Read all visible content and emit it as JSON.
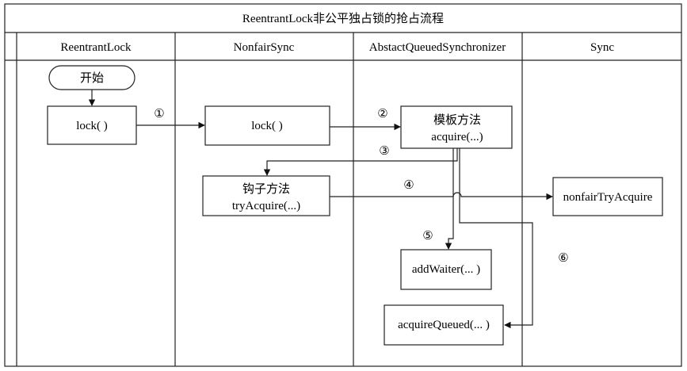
{
  "title": "ReentrantLock非公平独占锁的抢占流程",
  "lanes": {
    "reentrant_lock": "ReentrantLock",
    "nonfair_sync": "NonfairSync",
    "aqs": "AbstactQueuedSynchronizer",
    "sync": "Sync"
  },
  "nodes": {
    "start": "开始",
    "lock_reentrant": "lock( )",
    "lock_nonfair": "lock( )",
    "template_method_line1": "模板方法",
    "template_method_line2": "acquire(...)",
    "hook_method_line1": "钩子方法",
    "hook_method_line2": "tryAcquire(...)",
    "nonfair_try_acquire": "nonfairTryAcquire",
    "add_waiter": "addWaiter(... )",
    "acquire_queued": "acquireQueued(... )"
  },
  "steps": {
    "s1": "①",
    "s2": "②",
    "s3": "③",
    "s4": "④",
    "s5": "⑤",
    "s6": "⑥"
  },
  "colors": {
    "line": "#111111",
    "background": "#ffffff",
    "text": "#111111"
  }
}
